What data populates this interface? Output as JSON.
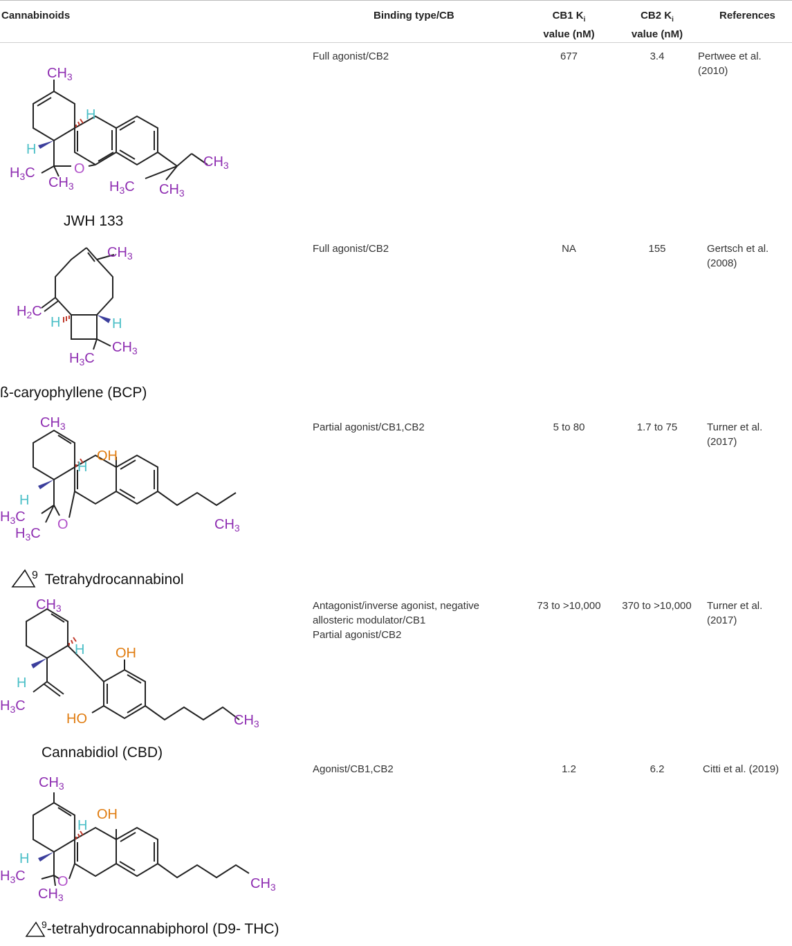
{
  "header": {
    "col1": "Cannabinoids",
    "col2": "Binding type/CB",
    "col3_line1": "CB1 K",
    "col3_sub": "i",
    "col3_line2": "value (nM)",
    "col4_line1": "CB2 K",
    "col4_sub": "i",
    "col4_line2": "value (nM)",
    "col5": "References"
  },
  "rows": [
    {
      "name": "JWH 133",
      "binding": [
        "Full agonist/CB2"
      ],
      "cb1": "677",
      "cb2": "3.4",
      "ref": [
        "Pertwee et al.",
        "(2010)"
      ]
    },
    {
      "name": "ß-caryophyllene (BCP)",
      "binding": [
        "Full agonist/CB2"
      ],
      "cb1": "NA",
      "cb2": "155",
      "ref": [
        "Gertsch et al.",
        "(2008)"
      ]
    },
    {
      "name": "Tetrahydrocannabinol",
      "sup": "9",
      "binding": [
        "Partial agonist/CB1,CB2"
      ],
      "cb1": "5 to 80",
      "cb2": "1.7 to 75",
      "ref": [
        "Turner et al.",
        "(2017)"
      ]
    },
    {
      "name": "Cannabidiol (CBD)",
      "binding": [
        "Antagonist/inverse agonist, negative",
        "allosteric modulator/CB1",
        "Partial agonist/CB2"
      ],
      "cb1": "73 to >10,000",
      "cb2": "370 to >10,000",
      "ref": [
        "Turner et al.",
        "(2017)"
      ]
    },
    {
      "name": "-tetrahydrocannabiphorol (D9- THC)",
      "sup": "9",
      "binding": [
        "Agonist/CB1,CB2"
      ],
      "cb1": "1.2",
      "cb2": "6.2",
      "ref": [
        "Citti et al. (2019)"
      ]
    }
  ],
  "atoms": {
    "ch3": "CH",
    "sub3": "3",
    "h3c_h": "H",
    "h3c_c": "C",
    "h2c_h": "H",
    "sub2": "2",
    "h2c_c": "C",
    "h": "H",
    "o": "O",
    "oh": "OH",
    "ho": "HO"
  },
  "colors": {
    "purple": "#8e2db1",
    "teal": "#4bbfc7",
    "orange": "#e07c10"
  }
}
